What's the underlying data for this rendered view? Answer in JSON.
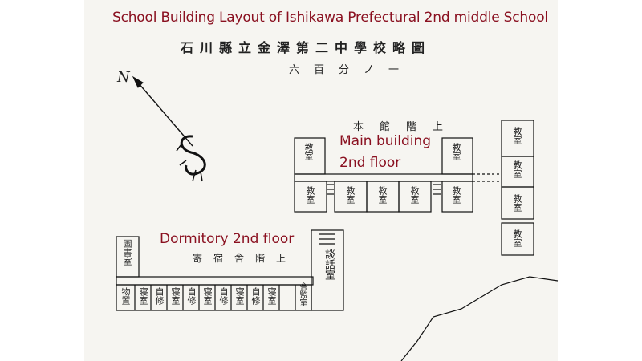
{
  "title": "School Building Layout of Ishikawa Prefectural  2nd middle School",
  "japanese_title": "石川縣立金澤第二中學校略圖",
  "scale_note": "六百分ノ一",
  "north_marker": "N",
  "main_building": {
    "label_line1": "Main building",
    "label_line2": "2nd floor",
    "japanese_heading": "本館階上",
    "classroom": "教室"
  },
  "dormitory": {
    "label": "Dormitory 2nd floor",
    "japanese_heading": "寄宿舎階上",
    "library": "圖書室",
    "talk_room": "談話室",
    "rooms": [
      "物置",
      "寝室",
      "自修",
      "寝室",
      "自修",
      "寝室",
      "自修",
      "寝室",
      "自修",
      "寝室",
      "舎監室"
    ]
  }
}
